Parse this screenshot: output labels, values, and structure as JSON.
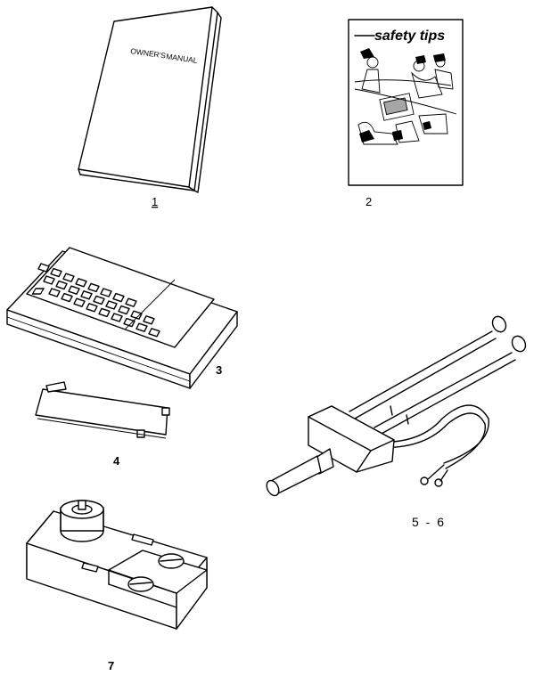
{
  "parts": [
    {
      "number": "1",
      "name": "owner's manual",
      "cover_text": [
        "OWNER'S",
        "MANUAL"
      ]
    },
    {
      "number": "2",
      "name": "safety tips booklet",
      "cover_text": "safety tips"
    },
    {
      "number": "3",
      "name": "remote control"
    },
    {
      "number": "4",
      "name": "battery cover"
    },
    {
      "number": "5 - 6",
      "name": "antenna assembly"
    },
    {
      "number": "7",
      "name": "adapter box"
    }
  ]
}
